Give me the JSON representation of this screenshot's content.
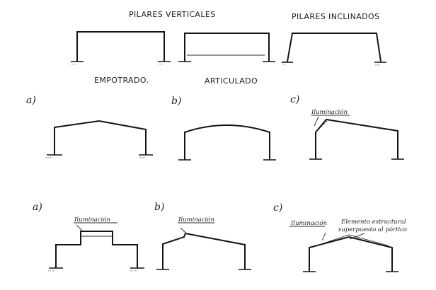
{
  "captions": {
    "pilares_verticales": "PILARES VERTICALES",
    "pilares_inclinados": "PILARES INCLINADOS",
    "empotrado": "EMPOTRADO.",
    "articulado": "ARTICULADO"
  },
  "section_labels": {
    "row2_a": "a)",
    "row2_b": "b)",
    "row2_c": "c)",
    "row3_a": "a)",
    "row3_b": "b)",
    "row3_c": "c)"
  },
  "notes": {
    "row2_c_iluminacion": "Iluminación",
    "row3_a_iluminacion": "Iluminación",
    "row3_b_iluminacion": "Iluminación",
    "row3_c_iluminacion": "Iluminación",
    "row3_c_elemento_line1": "Elemento estructural",
    "row3_c_elemento_line2": "superpuesto al pórtico"
  }
}
